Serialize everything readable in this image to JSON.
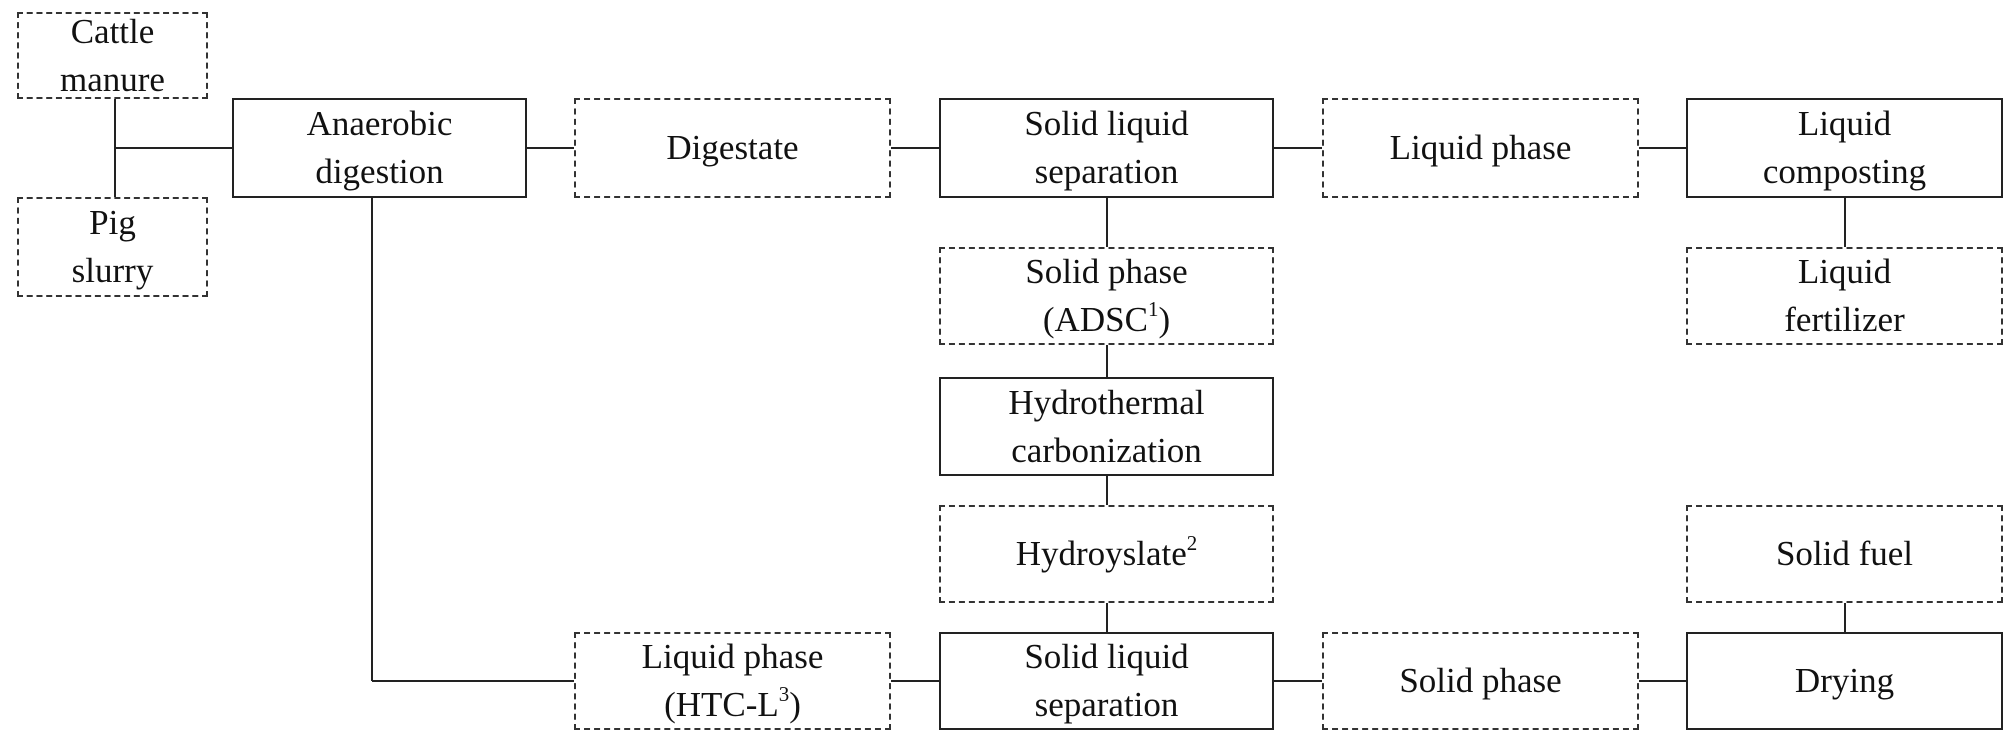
{
  "nodes": {
    "cattle_manure": {
      "line1": "Cattle",
      "line2": "manure"
    },
    "pig_slurry": {
      "line1": "Pig",
      "line2": "slurry"
    },
    "anaerobic_digestion": {
      "line1": "Anaerobic",
      "line2": "digestion"
    },
    "digestate": {
      "line1": "Digestate"
    },
    "sls_top": {
      "line1": "Solid liquid",
      "line2": "separation"
    },
    "liquid_phase_top": {
      "line1": "Liquid phase"
    },
    "liquid_composting": {
      "line1": "Liquid",
      "line2": "composting"
    },
    "liquid_fertilizer": {
      "line1": "Liquid",
      "line2": "fertilizer"
    },
    "solid_phase_adsc": {
      "line1": "Solid phase",
      "line2_text": "(ADSC",
      "line2_sup": "1",
      "line2_close": ")"
    },
    "hydrothermal_carbonization": {
      "line1": "Hydrothermal",
      "line2": "carbonization"
    },
    "hydroysate": {
      "line1_text": "Hydroyslate",
      "line1_sup": "2"
    },
    "liquid_phase_htcl": {
      "line1": "Liquid phase",
      "line2_text": "(HTC-L",
      "line2_sup": "3",
      "line2_close": ")"
    },
    "sls_bottom": {
      "line1": "Solid liquid",
      "line2": "separation"
    },
    "solid_phase_bottom": {
      "line1": "Solid phase"
    },
    "drying": {
      "line1": "Drying"
    },
    "solid_fuel": {
      "line1": "Solid fuel"
    }
  },
  "connections": [
    [
      "cattle_manure",
      "anaerobic_digestion"
    ],
    [
      "pig_slurry",
      "anaerobic_digestion"
    ],
    [
      "anaerobic_digestion",
      "digestate"
    ],
    [
      "digestate",
      "sls_top"
    ],
    [
      "sls_top",
      "liquid_phase_top"
    ],
    [
      "liquid_phase_top",
      "liquid_composting"
    ],
    [
      "liquid_composting",
      "liquid_fertilizer"
    ],
    [
      "sls_top",
      "solid_phase_adsc"
    ],
    [
      "solid_phase_adsc",
      "hydrothermal_carbonization"
    ],
    [
      "hydrothermal_carbonization",
      "hydroysate"
    ],
    [
      "hydroysate",
      "sls_bottom"
    ],
    [
      "anaerobic_digestion",
      "liquid_phase_htcl"
    ],
    [
      "liquid_phase_htcl",
      "sls_bottom"
    ],
    [
      "sls_bottom",
      "solid_phase_bottom"
    ],
    [
      "solid_phase_bottom",
      "drying"
    ],
    [
      "drying",
      "solid_fuel"
    ]
  ]
}
